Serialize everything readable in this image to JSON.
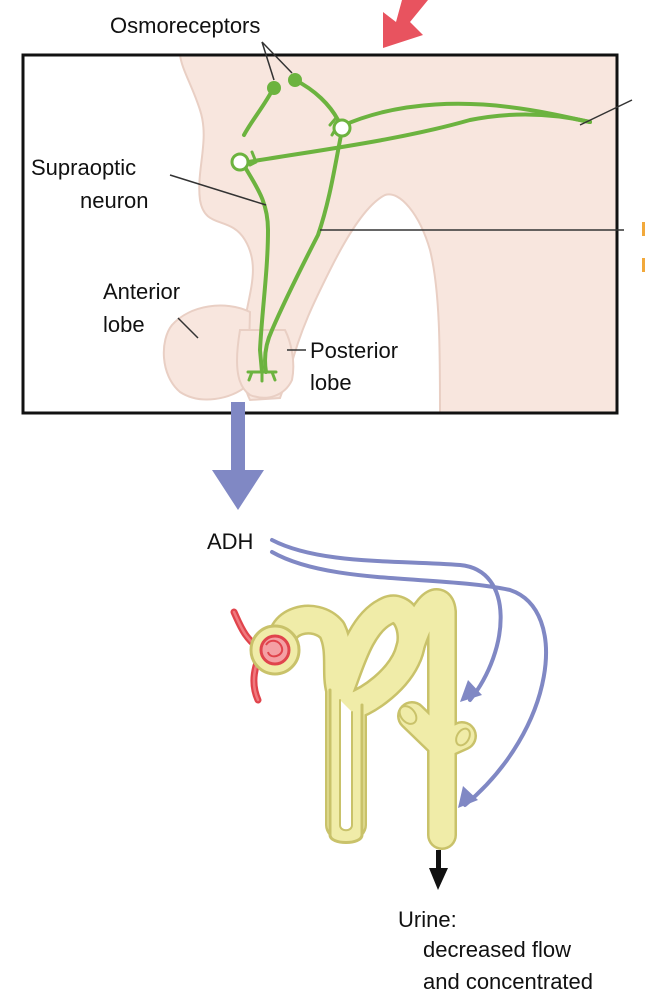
{
  "labels": {
    "osmoreceptors": "Osmoreceptors",
    "supraoptic_line1": "Supraoptic",
    "supraoptic_line2": "neuron",
    "anterior_line1": "Anterior",
    "anterior_line2": "lobe",
    "posterior_line1": "Posterior",
    "posterior_line2": "lobe",
    "adh": "ADH",
    "urine_line1": "Urine:",
    "urine_line2": "decreased flow",
    "urine_line3": "and concentrated"
  },
  "colors": {
    "neuron_green": "#6cb33f",
    "tissue_fill": "#f8e6de",
    "tissue_outline": "#e9cfc4",
    "adh_arrow": "#8088c4",
    "tubule_fill": "#f0eca8",
    "tubule_outline": "#c9c26a",
    "vessel_red": "#e0444c",
    "stimulus_arrow": "#e8535f"
  }
}
